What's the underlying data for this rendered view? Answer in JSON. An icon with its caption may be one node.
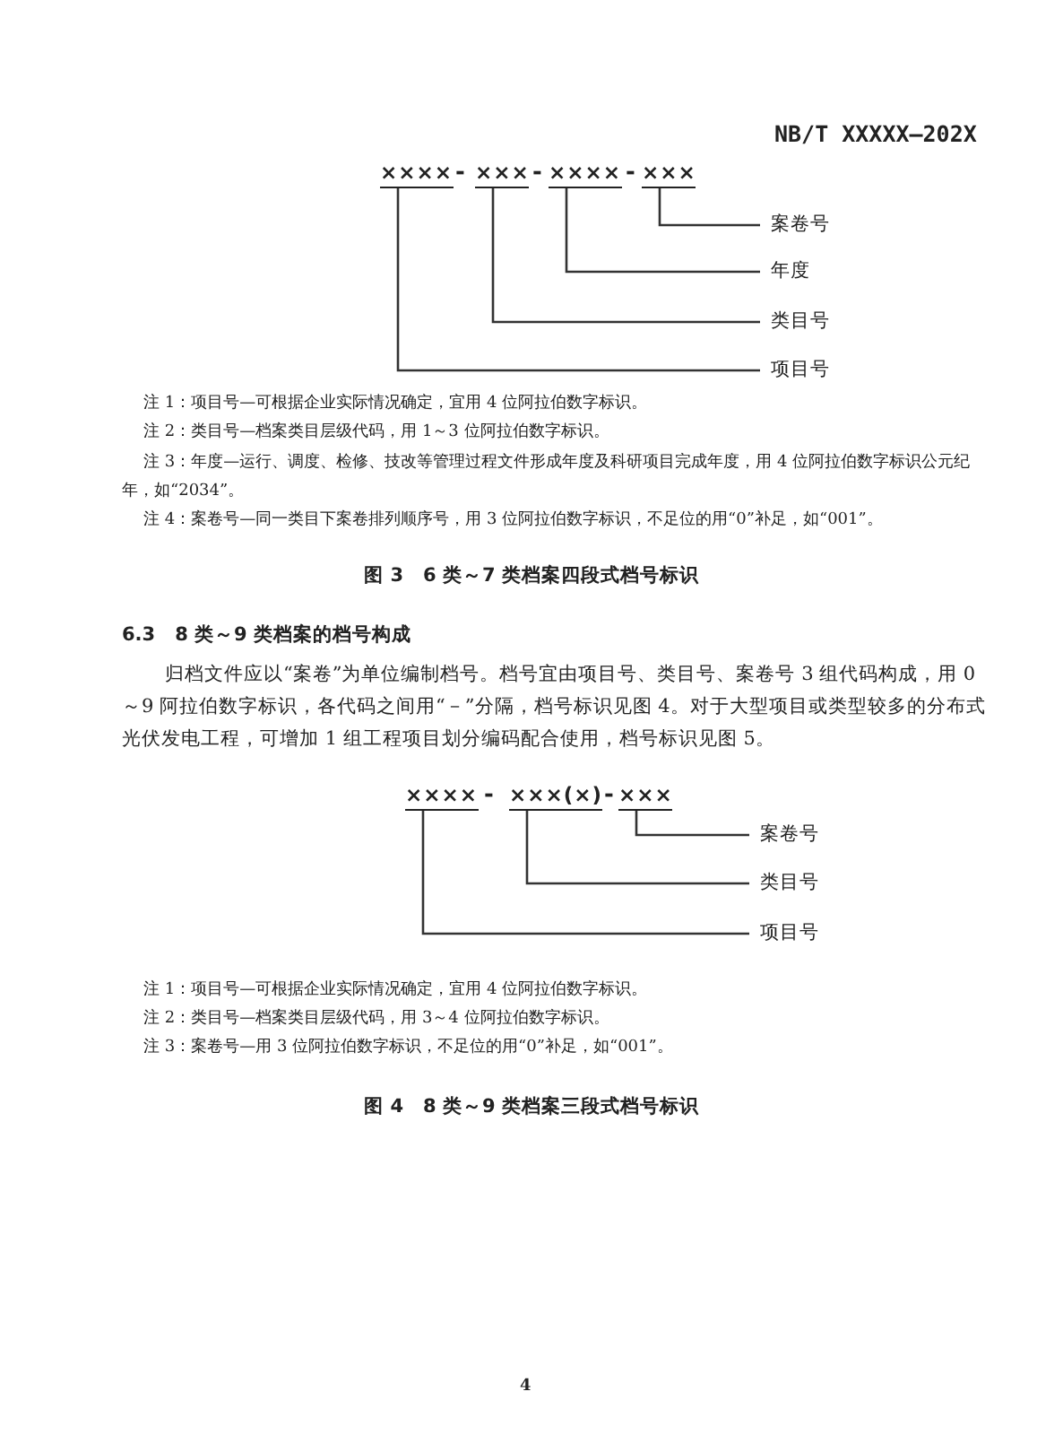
{
  "diagram": {
    "nodes": [
      {
        "text": [
          "××××"
        ]
      },
      {
        "text": [
          "×××"
        ]
      },
      {
        "text": [
          "××××"
        ]
      },
      {
        "text": [
          "×××"
        ]
      },
      {
        "text": [
          "案卷号"
        ]
      },
      {
        "text": [
          "年度"
        ]
      },
      {
        "text": [
          "类目号"
        ]
      },
      {
        "text": [
          "项目号"
        ]
      },
      {
        "text": [
          "××××"
        ]
      },
      {
        "text": [
          "×××(×)"
        ]
      },
      {
        "text": [
          "×××"
        ]
      },
      {
        "text": [
          "案卷号"
        ]
      },
      {
        "text": [
          "类目号"
        ]
      },
      {
        "text": [
          "项目号"
        ]
      }
    ],
    "edges": [
      {
        "from": 4,
        "to": 3,
        "arrow": "none"
      },
      {
        "from": 5,
        "to": 2,
        "arrow": "none"
      },
      {
        "from": 6,
        "to": 1,
        "arrow": "none"
      },
      {
        "from": 7,
        "to": 0,
        "arrow": "none"
      },
      {
        "from": 11,
        "to": 10,
        "arrow": "none"
      },
      {
        "from": 12,
        "to": 9,
        "arrow": "none"
      },
      {
        "from": 13,
        "to": 8,
        "arrow": "none"
      }
    ],
    "labels": [
      "NB/T XXXXX—202X",
      "-",
      "-",
      "-",
      "注 1：项目号—可根据企业实际情况确定，宜用 4 位阿拉伯数字标识。",
      "注 2：类目号—档案类目层级代码，用 1～3 位阿拉伯数字标识。",
      "注 3：年度—运行、调度、检修、技改等管理过程文件形成年度及科研项目完成年度，用 4 位阿拉伯数字标识公元纪年，如“2034”。",
      "注 4：案卷号—同一类目下案卷排列顺序号，用 3 位阿拉伯数字标识，不足位的用“0”补足，如“001”。",
      "图 3　6 类～7 类档案四段式档号标识",
      "6.3　8 类～9 类档案的档号构成",
      "归档文件应以“案卷”为单位编制档号。档号宜由项目号、类目号、案卷号 3 组代码构成，用 0～9 阿拉伯数字标识，各代码之间用“－”分隔，档号标识见图 4。对于大型项目或类型较多的分布式光伏发电工程，可增加 1 组工程项目划分编码配合使用，档号标识见图 5。",
      "-",
      "-",
      "注 1：项目号—可根据企业实际情况确定，宜用 4 位阿拉伯数字标识。",
      "注 2：类目号—档案类目层级代码，用 3～4 位阿拉伯数字标识。",
      "注 3：案卷号—用 3 位阿拉伯数字标识，不足位的用“0”补足，如“001”。",
      "图 4　8 类～9 类档案三段式档号标识",
      "4"
    ]
  }
}
